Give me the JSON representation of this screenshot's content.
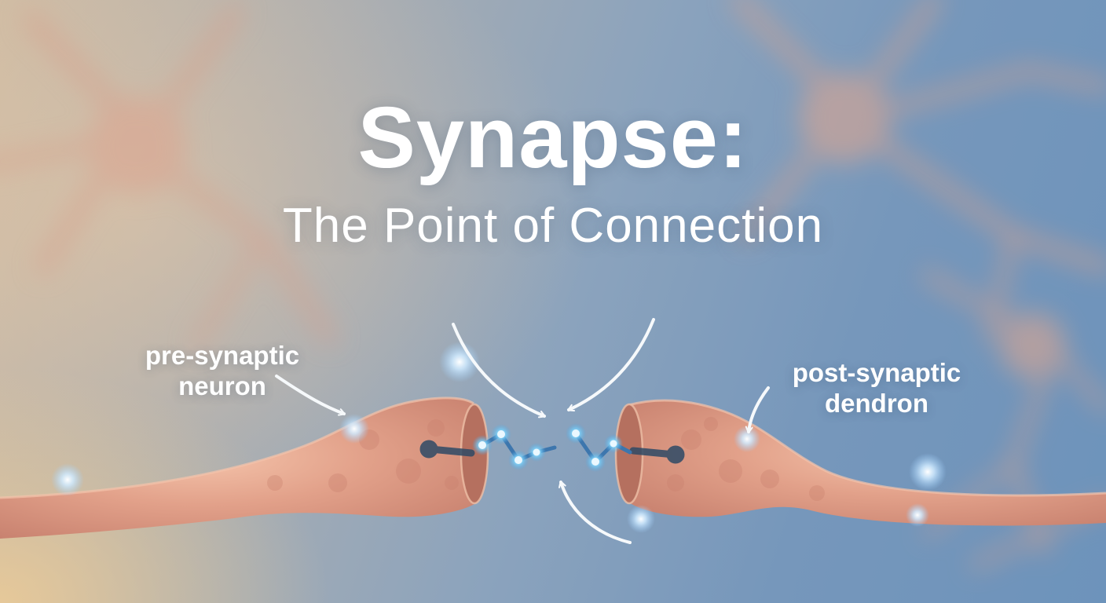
{
  "title": "Synapse:",
  "subtitle": "The Point of Connection",
  "annotations": {
    "pre": {
      "line1": "pre-synaptic",
      "line2": "neuron"
    },
    "post": {
      "line1": "post-synaptic",
      "line2": "dendron"
    }
  },
  "colors": {
    "text": "#ffffff",
    "neuron_fill": "#dd9e87",
    "neuron_dark": "#b5705f",
    "background_warm": "#e6cba3",
    "background_blue": "#6d93bb",
    "molecule_blue": "#3d76ad",
    "molecule_glow": "#7fd0f7",
    "receptor_navy": "#2e4a66",
    "arrow": "#f6f9fb"
  }
}
